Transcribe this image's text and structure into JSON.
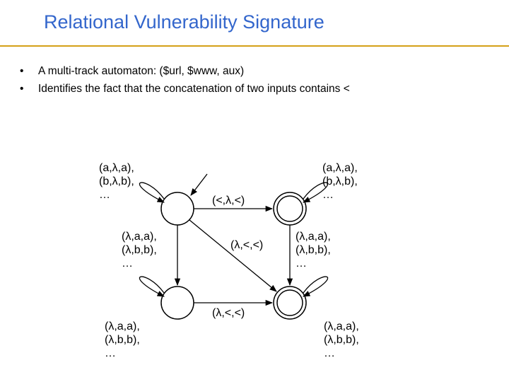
{
  "slide": {
    "title": "Relational Vulnerability Signature",
    "bullets": [
      "A multi-track automaton: ($url, $www, aux)",
      "Identifies the fact that the concatenation of two inputs contains <"
    ]
  },
  "automaton": {
    "states": [
      {
        "id": "q0",
        "accepting": false,
        "initial": true
      },
      {
        "id": "q1",
        "accepting": true,
        "initial": false
      },
      {
        "id": "q2",
        "accepting": false,
        "initial": false
      },
      {
        "id": "q3",
        "accepting": true,
        "initial": false
      }
    ],
    "labels": {
      "q0_loop": "(a,λ,a),\n(b,λ,b),\n…",
      "q1_loop": "(a,λ,a),\n(b,λ,b),\n…",
      "q0_to_q2": "(λ,a,a),\n(λ,b,b),\n…",
      "q1_to_q3": "(λ,a,a),\n(λ,b,b),\n…",
      "q0_to_q1": "(<,λ,<)",
      "q0_to_q3": "(λ,<,<)",
      "q2_to_q3": "(λ,<,<)",
      "q2_loop": "(λ,a,a),\n(λ,b,b),\n…",
      "q3_loop": "(λ,a,a),\n(λ,b,b),\n…"
    },
    "colors": {
      "stroke": "#000000",
      "title": "#3366cc",
      "rule": "#d4a017"
    }
  }
}
